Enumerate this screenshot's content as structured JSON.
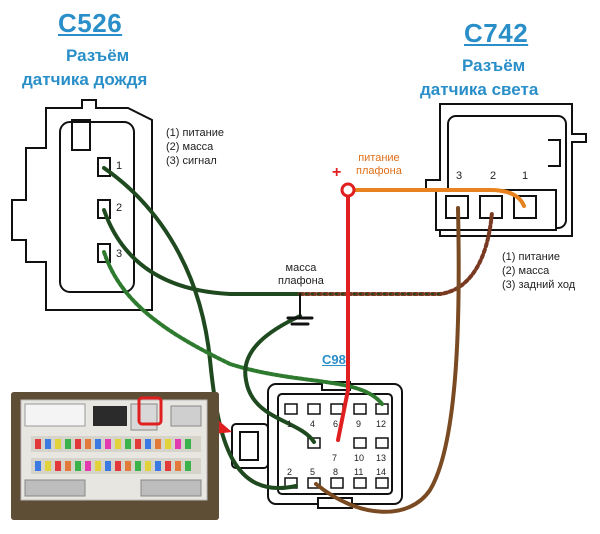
{
  "left_connector": {
    "code": "C526",
    "subtitle_line1": "Разъём",
    "subtitle_line2": "датчика дождя",
    "legend": [
      "(1) питание",
      "(2) масса",
      "(3) сигнал"
    ],
    "pins": [
      "1",
      "2",
      "3"
    ]
  },
  "right_connector": {
    "code": "C742",
    "subtitle_line1": "Разъём",
    "subtitle_line2": "датчика света",
    "legend": [
      "(1) питание",
      "(2) масса",
      "(3) задний ход"
    ],
    "pins": [
      "3",
      "2",
      "1"
    ]
  },
  "labels": {
    "plafond_power_line1": "питание",
    "plafond_power_line2": "плафона",
    "plus_sign": "+",
    "ground_line1": "масса",
    "ground_line2": "плафона"
  },
  "fuse_connector": {
    "code": "C98",
    "pins_row1": [
      "1",
      "4",
      "6",
      "9",
      "12"
    ],
    "pins_row2": [
      "7",
      "10",
      "13"
    ],
    "pins_row3": [
      "2",
      "5",
      "8",
      "11",
      "14"
    ]
  },
  "colors": {
    "accent_blue": "#2a8fc9",
    "wire_dark_green": "#1f4a1f",
    "wire_red": "#e02020",
    "wire_orange": "#e8821e",
    "wire_brown": "#7a4a22",
    "wire_green_white": "#2e7a2e"
  }
}
